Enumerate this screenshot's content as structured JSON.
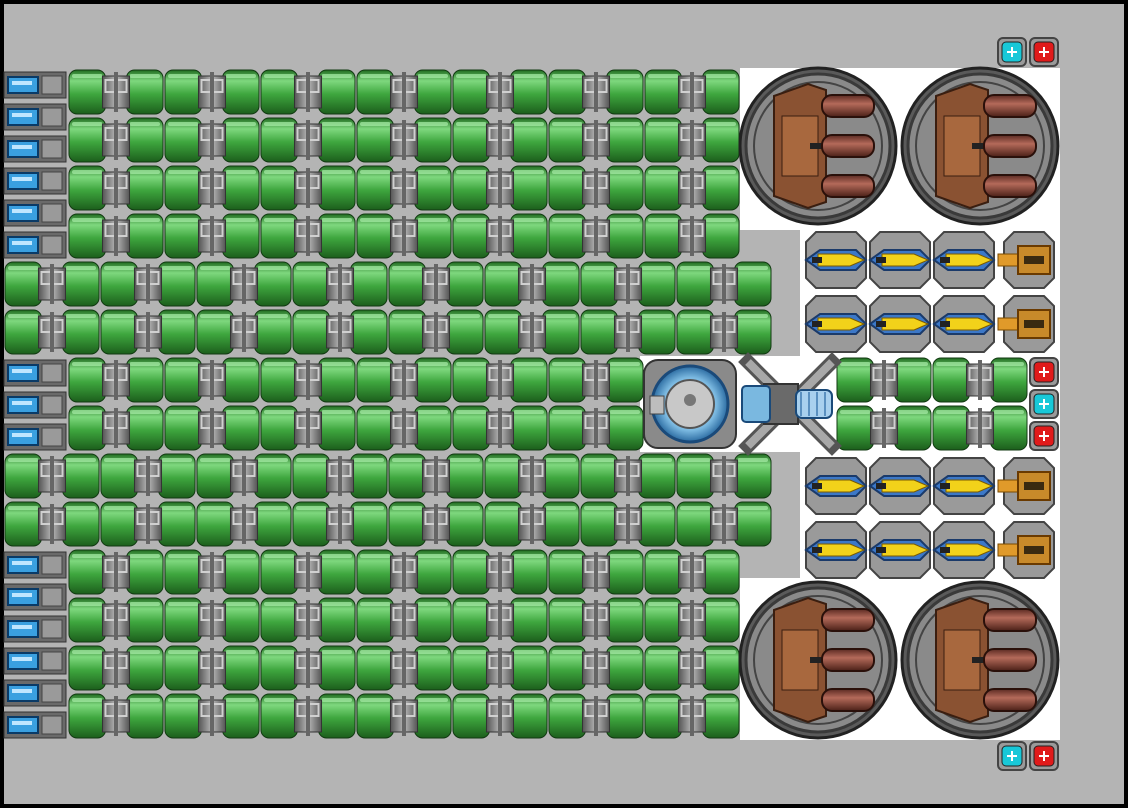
{
  "title": "",
  "colors": {
    "frame": "#000000",
    "hull": "#b4b4b4",
    "floor": "#ffffff",
    "tank_green": "#3ea63e",
    "tank_green_light": "#7ed87e",
    "tank_green_dark": "#1f6b1f",
    "pipe_grey": "#8a8a8a",
    "pipe_dark": "#4a4a4a",
    "connector_blue": "#3aa0e0",
    "thruster_copper": "#9a4a3a",
    "thruster_plate": "#8a5232",
    "gun_yellow": "#f2d21a",
    "gun_blue": "#3c78c8",
    "turret_orange": "#e09a2a",
    "button_cyan": "#18c8d8",
    "button_red": "#e01a1a",
    "core_blue": "#7ab8e0"
  },
  "layout": {
    "block_icons": [
      "cargo-tank-icon",
      "thruster-icon",
      "gun-icon",
      "turret-icon",
      "reactor-core-icon",
      "engine-icon",
      "connector-icon",
      "control-button-icon"
    ],
    "tank_row_bands": [
      {
        "rows": 1,
        "kind": "short",
        "connectors": 6
      },
      {
        "rows": 1,
        "kind": "long",
        "connectors": 0
      },
      {
        "rows": 1,
        "kind": "center",
        "connectors": 3
      },
      {
        "rows": 1,
        "kind": "long",
        "connectors": 0
      },
      {
        "rows": 1,
        "kind": "short",
        "connectors": 6
      }
    ],
    "thrusters": 4,
    "gun_rows": 4,
    "guns_per_row": 3,
    "button_groups": [
      {
        "name": "top-right",
        "colors": [
          "cyan",
          "red"
        ]
      },
      {
        "name": "center-right",
        "colors": [
          "red",
          "cyan",
          "red"
        ]
      },
      {
        "name": "bottom-right",
        "colors": [
          "cyan",
          "red"
        ]
      }
    ]
  }
}
